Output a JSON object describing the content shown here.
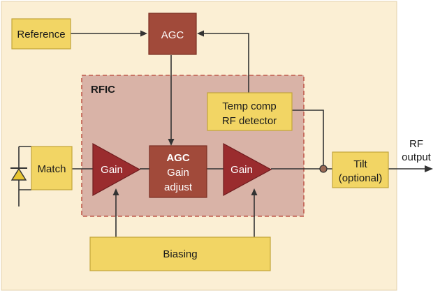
{
  "colors": {
    "background": "#fbefd4",
    "rfic_fill": "#d9b3a7",
    "rfic_border": "#c05a4c",
    "yellow_box": "#f2d564",
    "yellow_border": "#c2a43a",
    "dark_red": "#9a2c2e",
    "brown_box": "#a14a3a",
    "wire": "#333333"
  },
  "icons": {
    "input_diode": "diode-icon"
  },
  "blocks": {
    "reference": "Reference",
    "agc_top": "AGC",
    "rfic": "RFIC",
    "temp_comp": {
      "line1": "Temp comp",
      "line2": "RF detector"
    },
    "match": "Match",
    "gain1": "Gain",
    "agc_inner": {
      "line1": "AGC",
      "line2": "Gain",
      "line3": "adjust"
    },
    "gain2": "Gain",
    "tilt": {
      "line1": "Tilt",
      "line2": "(optional)"
    },
    "biasing": "Biasing"
  },
  "output_label": {
    "line1": "RF",
    "line2": "output"
  }
}
